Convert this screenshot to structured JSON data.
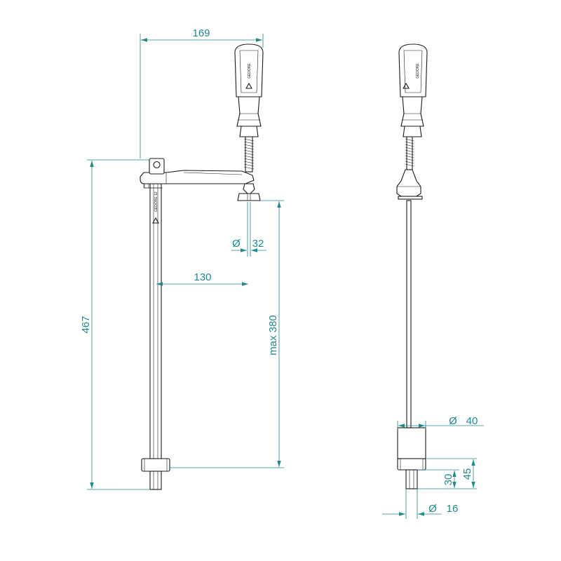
{
  "colors": {
    "dimension": "#1f8a8a",
    "outline": "#1a1a1a",
    "background": "#ffffff"
  },
  "dimensions": {
    "width_overall": "169",
    "height_overall": "467",
    "pad_diameter_symbol": "Ø",
    "pad_diameter": "32",
    "reach": "130",
    "clamp_range": "max 380",
    "collar_diameter_symbol": "Ø",
    "collar_diameter": "40",
    "shaft_diameter_symbol": "Ø",
    "shaft_diameter": "16",
    "pin_length": "30",
    "collar_to_end": "45"
  }
}
